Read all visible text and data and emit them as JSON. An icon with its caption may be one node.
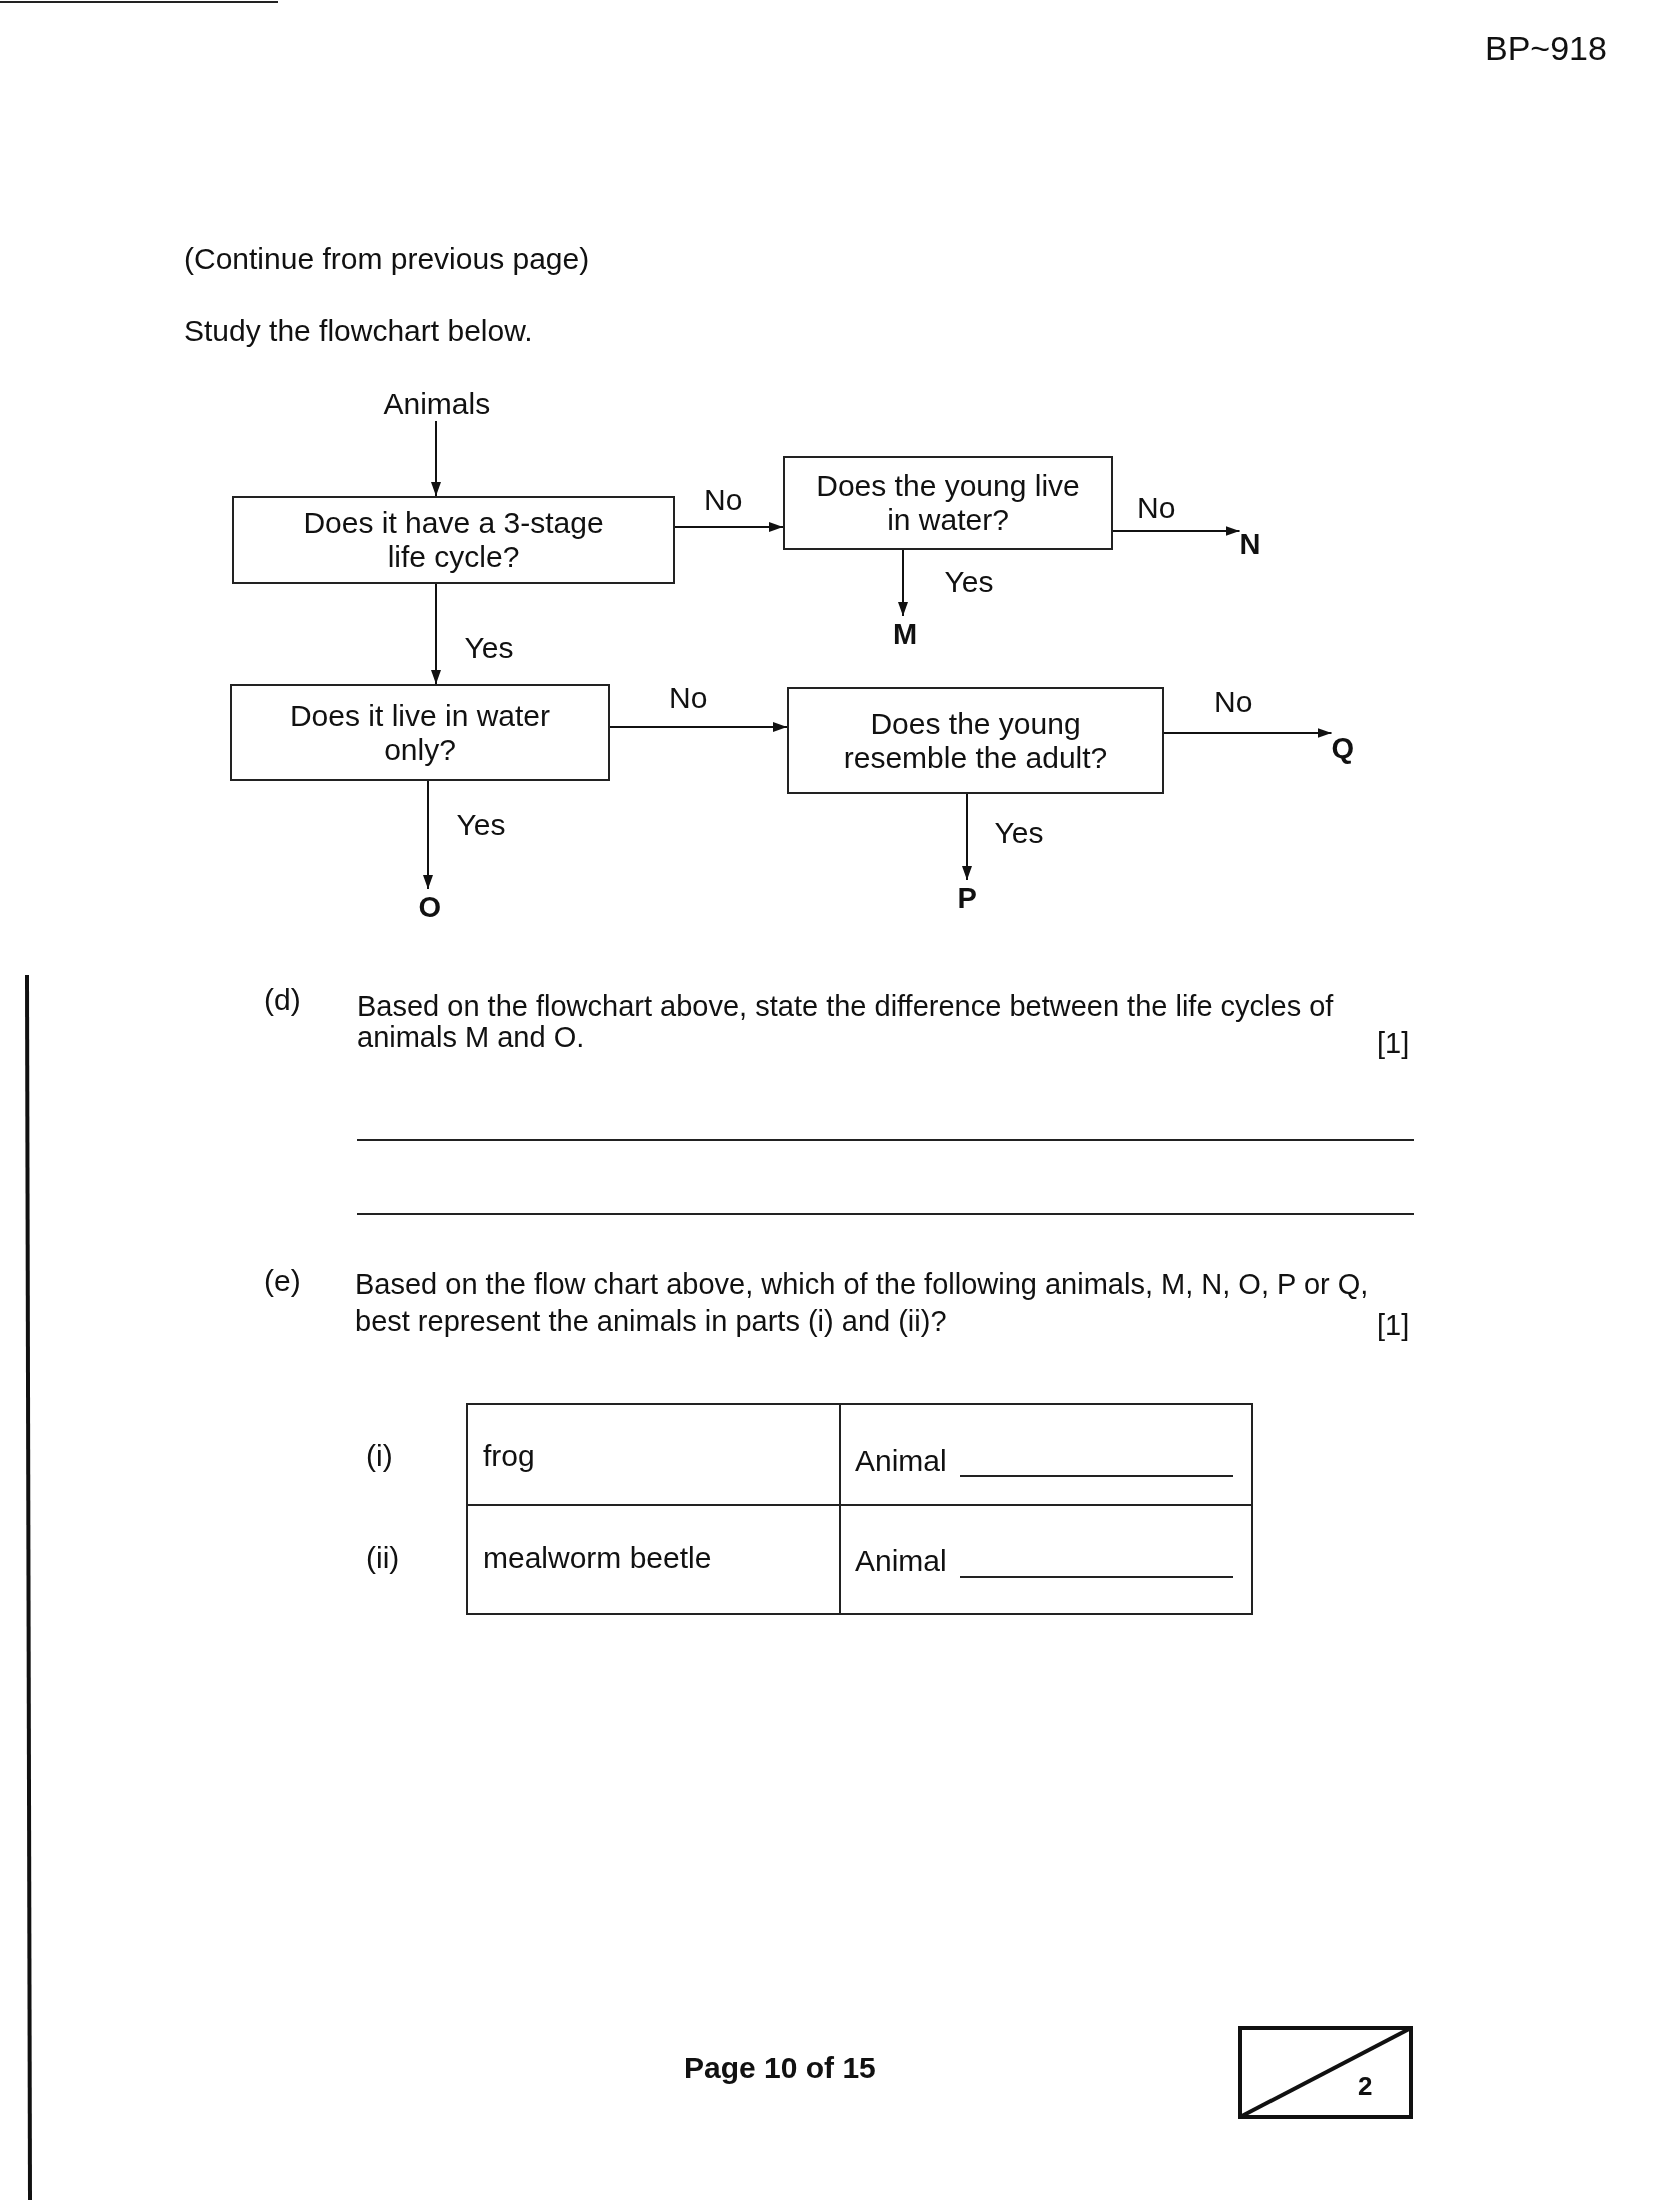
{
  "diagram": {
    "nodes": [
      {
        "text": [
          "Animals"
        ]
      },
      {
        "text": [
          "Does it have a 3-stage life cycle?"
        ]
      },
      {
        "text": [
          "Does the young live in water?"
        ]
      },
      {
        "text": [
          "N"
        ]
      },
      {
        "text": [
          "M"
        ]
      },
      {
        "text": [
          "Does it live in water only?"
        ]
      },
      {
        "text": [
          "Does the young resemble the adult?"
        ]
      },
      {
        "text": [
          "Q"
        ]
      },
      {
        "text": [
          "O"
        ]
      },
      {
        "text": [
          "P"
        ]
      }
    ],
    "edges": [
      {
        "from": 0,
        "to": 1,
        "arrow": "to"
      },
      {
        "from": 1,
        "to": 2,
        "arrow": "to",
        "label": "No"
      },
      {
        "from": 2,
        "to": 3,
        "arrow": "to",
        "label": "No"
      },
      {
        "from": 2,
        "to": 4,
        "arrow": "to",
        "label": "Yes"
      },
      {
        "from": 1,
        "to": 5,
        "arrow": "to",
        "label": "Yes"
      },
      {
        "from": 5,
        "to": 6,
        "arrow": "to",
        "label": "No"
      },
      {
        "from": 6,
        "to": 7,
        "arrow": "to",
        "label": "No"
      },
      {
        "from": 5,
        "to": 8,
        "arrow": "to",
        "label": "Yes"
      },
      {
        "from": 6,
        "to": 9,
        "arrow": "to",
        "label": "Yes"
      }
    ],
    "labels": [
      "BP~918",
      "(Continue from previous page)",
      "Study the flowchart below.",
      "(d)",
      "Based on the flowchart above, state the difference between the life cycles of animals M and O.",
      "[1]",
      "(e)",
      "Based on the flow chart above, which of the following animals, M, N, O, P or Q, best represent the animals in parts (i) and (ii)?",
      "[1]",
      "(i)",
      "frog",
      "Animal",
      "(ii)",
      "mealworm beetle",
      "Animal",
      "Page 10 of 15",
      "2"
    ]
  }
}
